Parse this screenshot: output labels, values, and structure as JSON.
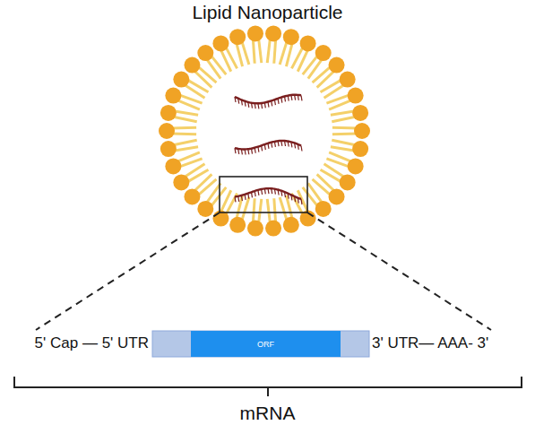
{
  "diagram": {
    "title": "Lipid Nanoparticle",
    "nodes": [
      {
        "text": [
          "ORF"
        ]
      }
    ],
    "labels": [
      "5' Cap — 5' UTR",
      "3' UTR— AAA- 3'",
      "mRNA"
    ]
  }
}
